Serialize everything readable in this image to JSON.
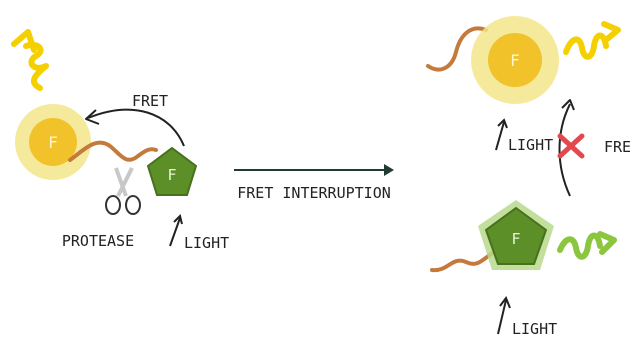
{
  "labels": {
    "fret_top": "FRET",
    "protease": "PROTEASE",
    "light_left": "LIGHT",
    "fret_interruption": "FRET INTERRUPTION",
    "light_right_top": "LIGHT",
    "fret_right": "FRET",
    "light_right_bottom": "LIGHT"
  },
  "fluorophore_letter": "F",
  "colors": {
    "yellow_glow": "#f3e58a",
    "yellow_core": "#f2c22a",
    "yellow_wave": "#f5d000",
    "green_core": "#5d8f28",
    "green_glow": "#b9d98d",
    "green_wave": "#8cc63f",
    "linker": "#c47a3a",
    "arrow": "#1f3b34",
    "cross": "#e4484f"
  }
}
